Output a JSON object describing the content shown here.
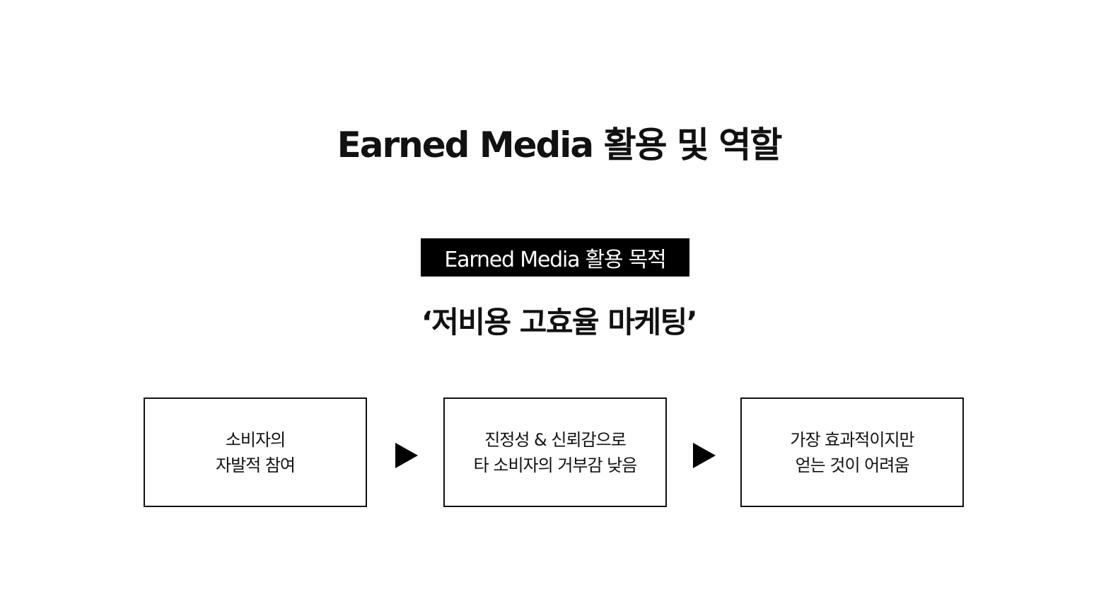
{
  "slide": {
    "title": "Earned Media 활용 및 역할",
    "badge": "Earned Media 활용 목적",
    "slogan": "‘저비용 고효율 마케팅’"
  },
  "flow": {
    "boxes": [
      {
        "lines": [
          "소비자의",
          "자발적 참여"
        ]
      },
      {
        "lines": [
          "진정성 & 신뢰감으로",
          "타 소비자의 거부감 낮음"
        ]
      },
      {
        "lines": [
          "가장 효과적이지만",
          "얻는 것이 어려움"
        ]
      }
    ],
    "arrow_icon": "triangle-right-icon"
  },
  "colors": {
    "background": "#ffffff",
    "text": "#111111",
    "badge_bg": "#000000",
    "badge_text": "#ffffff"
  }
}
